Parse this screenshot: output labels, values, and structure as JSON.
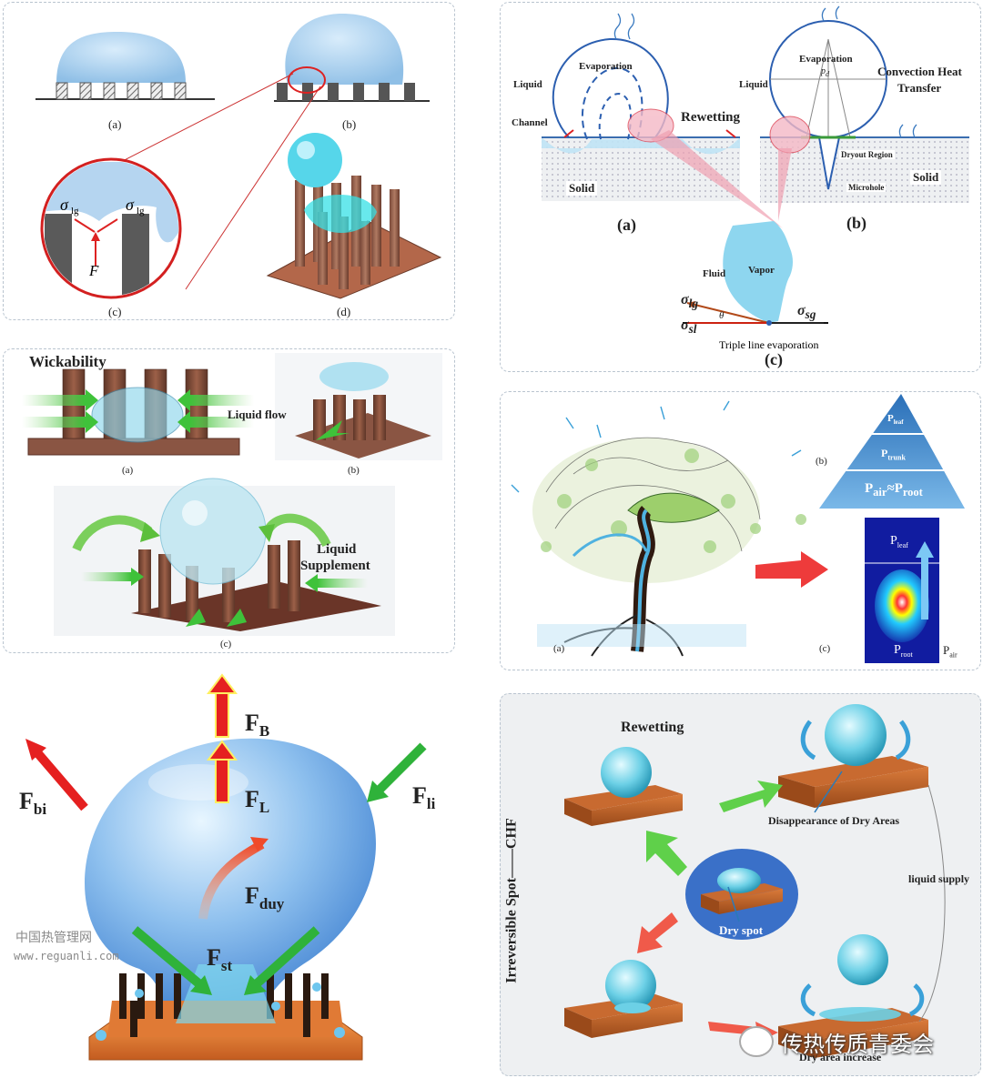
{
  "panel1": {
    "sub_a": "(a)",
    "sub_b": "(b)",
    "sub_c": "(c)",
    "sub_d": "(d)",
    "sigma_lg": "σ",
    "sigma_lg_sub": "lg",
    "force": "F"
  },
  "panel2": {
    "liquid": "Liquid",
    "evaporation": "Evaporation",
    "channel": "Channel",
    "rewetting": "Rewetting",
    "solid": "Solid",
    "sub_a": "(a)",
    "evaporation_b": "Evaporation",
    "pd": "p",
    "pd_sub": "d",
    "liquid_b": "Liquid",
    "convection": "Convection Heat",
    "transfer": "Transfer",
    "dryout": "Dryout Region",
    "microhole": "Microhole",
    "solid_b": "Solid",
    "sub_b": "(b)",
    "fluid": "Fluid",
    "vapor": "Vapor",
    "sigma": "σ",
    "lg": "lg",
    "sl": "sl",
    "sg": "sg",
    "theta": "θ",
    "triple": "Triple line evaporation",
    "sub_c": "(c)"
  },
  "panel3": {
    "wickability": "Wickability",
    "liquid_flow": "Liquid flow",
    "liquid": "Liquid",
    "supplement": "Supplement",
    "sub_a": "(a)",
    "sub_b": "(b)",
    "sub_c": "(c)"
  },
  "panel4": {
    "p": "P",
    "leaf": "leaf",
    "trunk": "trunk",
    "air": "air",
    "root": "root",
    "approx": "≈",
    "sub_a": "(a)",
    "sub_b": "(b)",
    "sub_c": "(c)"
  },
  "panel5": {
    "F": "F",
    "B": "B",
    "L": "L",
    "bi": "bi",
    "li": "li",
    "duy": "duy",
    "st": "st",
    "wm_cn": "中国热管理网",
    "wm_url": "www.reguanli.com"
  },
  "panel6": {
    "rewetting": "Rewetting",
    "disappearance": "Disappearance of Dry Areas",
    "dry_spot": "Dry spot",
    "liquid_supply": "liquid supply",
    "irreversible": "Irreversible Spot——CHF",
    "dry_increase": "Dry area increase",
    "badge": "传热传质青委会"
  },
  "colors": {
    "drop": "#a9cfee",
    "pillar": "#7a4a3a",
    "copper": "#d9733a",
    "panel_border": "#b9c4cf"
  }
}
